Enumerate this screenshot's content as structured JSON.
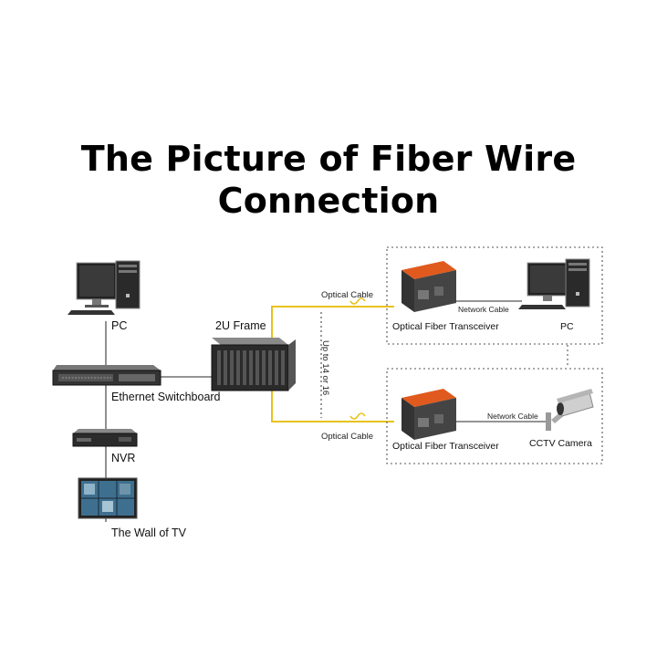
{
  "title": {
    "line1": "The Picture of Fiber Wire",
    "line2": "Connection"
  },
  "left": {
    "pc_label": "PC",
    "switch_label": "Ethernet Switchboard",
    "nvr_label": "NVR",
    "tv_wall_label": "The Wall of TV"
  },
  "center": {
    "frame_label": "2U Frame",
    "capacity_label": "Up to 14 or 16",
    "optical_cable_top": "Optical Cable",
    "optical_cable_bottom": "Optical Cable"
  },
  "top_box": {
    "transceiver_label": "Optical Fiber Transceiver",
    "network_cable_label": "Network Cable",
    "device_label": "PC"
  },
  "bottom_box": {
    "transceiver_label": "Optical Fiber Transceiver",
    "network_cable_label": "Network Cable",
    "device_label": "CCTV Camera"
  },
  "colors": {
    "fiber": "#e8c21a",
    "copper": "#555555",
    "dashed_border": "#555555",
    "transceiver_orange": "#e05a1e"
  },
  "icons": [
    "desktop-pc-icon",
    "network-switch-icon",
    "nvr-icon",
    "tv-wall-icon",
    "rack-frame-icon",
    "transceiver-icon",
    "cctv-camera-icon"
  ]
}
